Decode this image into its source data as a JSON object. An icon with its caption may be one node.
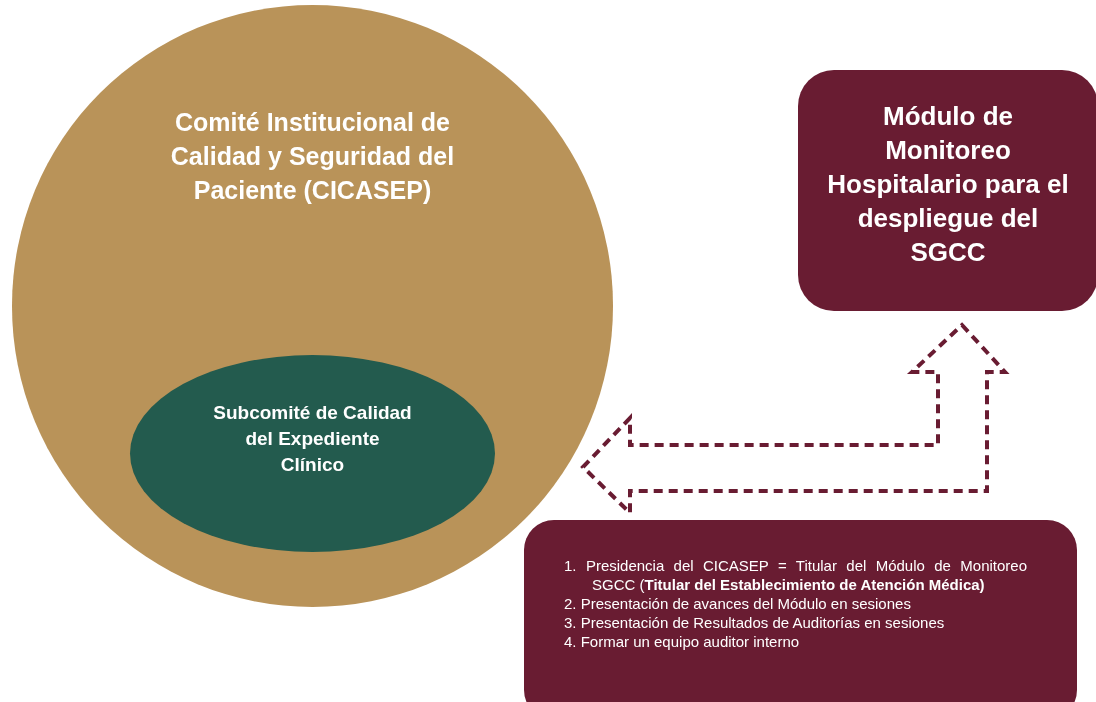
{
  "diagram": {
    "nodes": [
      {
        "text": [
          "Comité Institucional de Calidad y Seguridad del Paciente (CICASEP)"
        ]
      },
      {
        "text": [
          "Subcomité de Calidad del Expediente Clínico"
        ],
        "in": 0
      },
      {
        "text": [
          "Módulo de Monitoreo Hospitalario para el despliegue del SGCC"
        ]
      },
      {
        "text": [
          "1. Presidencia del CICASEP = Titular del Módulo de Monitoreo SGCC (**Titular del Establecimiento de Atención Médica)**",
          "2. Presentación de avances del Módulo en sesiones",
          "3. Presentación de Resultados de Auditorías en sesiones",
          "4. Formar un equipo auditor interno"
        ]
      }
    ],
    "edges": [
      {
        "from": 0,
        "to": 2,
        "arrow": "both",
        "style": "dashed",
        "color": "#691c32"
      }
    ]
  }
}
